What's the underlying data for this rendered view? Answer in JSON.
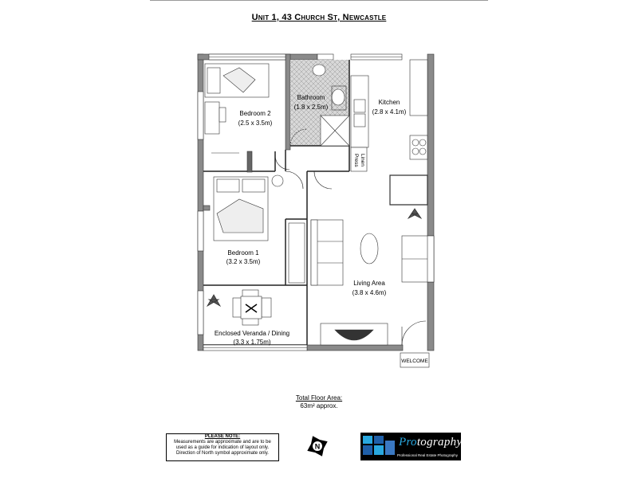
{
  "title": "Unit 1, 43 Church St, Newcastle",
  "rooms": {
    "bedroom2": {
      "name": "Bedroom 2",
      "dims": "(2.5 x 3.5m)"
    },
    "bathroom": {
      "name": "Bathroom",
      "dims": "(1.8 x 2.5m)"
    },
    "kitchen": {
      "name": "Kitchen",
      "dims": "(2.8 x 4.1m)"
    },
    "bedroom1": {
      "name": "Bedroom 1",
      "dims": "(3.2 x 3.5m)"
    },
    "living": {
      "name": "Living Area",
      "dims": "(3.8 x 4.6m)"
    },
    "veranda": {
      "name": "Enclosed Veranda / Dining",
      "dims": "(3.3 x 1.75m)"
    }
  },
  "labels": {
    "linen_1": "Linen",
    "linen_2": "Press",
    "welcome": "WELCOME"
  },
  "floor_area": {
    "label": "Total Floor Area:",
    "value": "63m² approx."
  },
  "note": {
    "heading": "PLEASE NOTE:",
    "line1": "Measurements are approximate and are to be",
    "line2": "used as a guide for indication of layout only.",
    "line3": "Direction of North symbol approximate only."
  },
  "compass": {
    "letter": "N"
  },
  "logo": {
    "brand_accent": "Pro",
    "brand_rest": "tography",
    "tagline": "Professional Real Estate Photography",
    "accent_color": "#29a8e0"
  },
  "colors": {
    "wall": "#8a8a8a",
    "bathroom_tile": "#cfcfcf",
    "logo_bg": "#000000"
  }
}
